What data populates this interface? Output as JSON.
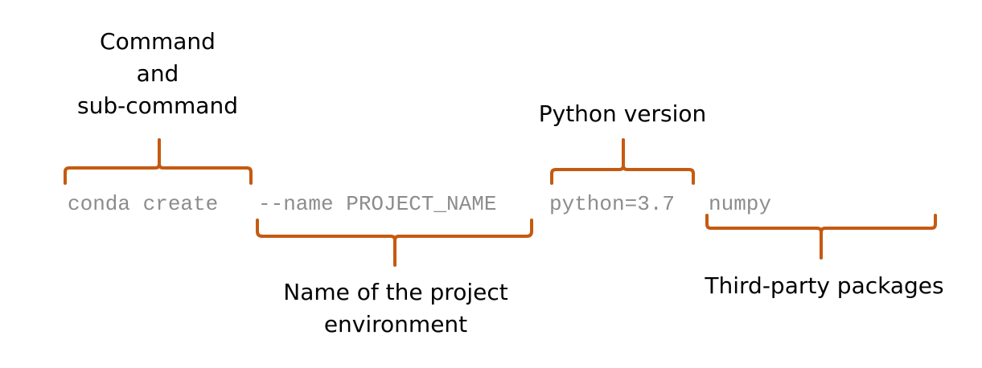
{
  "accent_color": "#c55a11",
  "command_color": "#8c8c8c",
  "command": {
    "base": "conda create",
    "name_flag": "--name PROJECT_NAME",
    "python": "python=3.7",
    "packages": "numpy"
  },
  "labels": {
    "command": [
      "Command",
      "and",
      "sub-command"
    ],
    "python_version": "Python version",
    "project_name": [
      "Name of the project",
      "environment"
    ],
    "packages": "Third-party packages"
  }
}
